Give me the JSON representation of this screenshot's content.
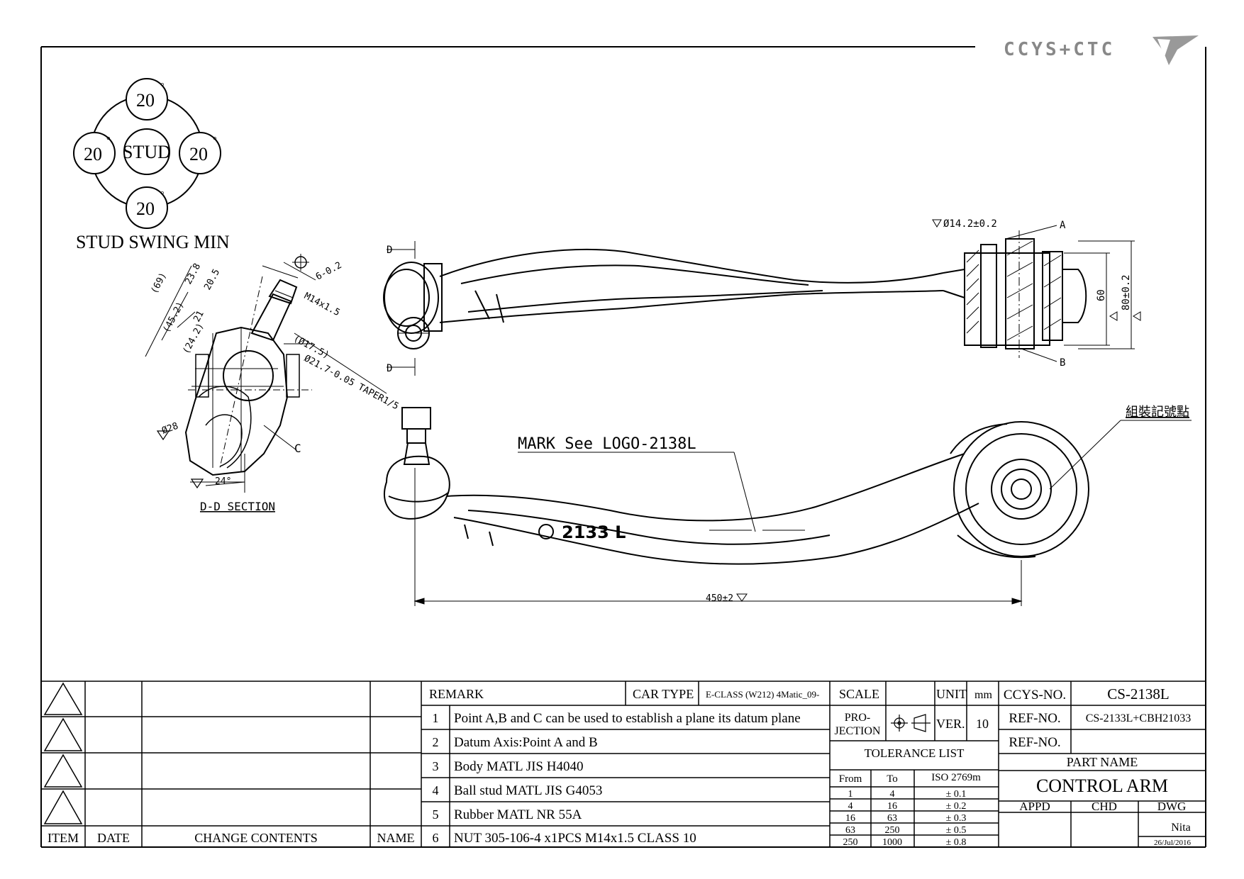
{
  "brand": {
    "text": "CCYS+CTC"
  },
  "stud_swing": {
    "title": "STUD SWING MIN",
    "center": "STUD",
    "top": "20",
    "left": "20",
    "right": "20",
    "bottom": "20",
    "degree_mark": "°"
  },
  "section_dd": {
    "title": "D-D SECTION",
    "dims": {
      "d69": "(69)",
      "d38": "23.8",
      "d205": "20.5",
      "d452": "(45.2)",
      "d21": "21",
      "d242": "(24.2)",
      "thread": "M14x1.5",
      "d175": "(Ø17.5)",
      "taper": "Ø21.7-0.05 TAPER1/5",
      "d28": "Ø28",
      "angle": "24°",
      "hex": "6-0.2",
      "c_label": "C"
    }
  },
  "top_view": {
    "d_top": "D",
    "d_bottom": "D",
    "bore": "Ø14.2±0.2",
    "point_a": "A",
    "point_b": "B",
    "dim_60": "60",
    "dim_80": "80±0.2"
  },
  "front_view": {
    "mark": "MARK See LOGO-2138L",
    "logo_text": "2133 L",
    "assembly_mark": "組裝記號點",
    "length": "450±2"
  },
  "title_block": {
    "revision": {
      "headers": [
        "ITEM",
        "DATE",
        "CHANGE CONTENTS",
        "NAME"
      ]
    },
    "remark_label": "REMARK",
    "car_type_label": "CAR TYPE",
    "car_type": "E-CLASS (W212) 4Matic_09-",
    "remarks": [
      {
        "no": "1",
        "text": "Point A,B and C can be used to establish a plane its datum plane"
      },
      {
        "no": "2",
        "text": "Datum Axis:Point A and B"
      },
      {
        "no": "3",
        "text": "Body MATL JIS H4040"
      },
      {
        "no": "4",
        "text": "Ball stud MATL JIS G4053"
      },
      {
        "no": "5",
        "text": "Rubber MATL NR 55A"
      },
      {
        "no": "6",
        "text": "NUT 305-106-4 x1PCS M14x1.5 CLASS 10"
      }
    ],
    "scale_label": "SCALE",
    "unit_label": "UNIT",
    "unit": "mm",
    "projection_label_1": "PRO-",
    "projection_label_2": "JECTION",
    "ver_label": "VER.",
    "ver": "10",
    "tolerance_title": "TOLERANCE LIST",
    "tolerance_headers": [
      "From",
      "To",
      "ISO 2769m"
    ],
    "tolerance_rows": [
      [
        "1",
        "4",
        "± 0.1"
      ],
      [
        "4",
        "16",
        "± 0.2"
      ],
      [
        "16",
        "63",
        "± 0.3"
      ],
      [
        "63",
        "250",
        "± 0.5"
      ],
      [
        "250",
        "1000",
        "± 0.8"
      ]
    ],
    "ccys_no_label": "CCYS-NO.",
    "ccys_no": "CS-2138L",
    "ref_no_label": "REF-NO.",
    "ref_no_1": "CS-2133L+CBH21033",
    "ref_no_label_2": "REF-NO.",
    "part_name_label": "PART NAME",
    "part_name": "CONTROL ARM",
    "appd_label": "APPD",
    "chd_label": "CHD",
    "dwg_label": "DWG",
    "dwg_name": "Nita",
    "dwg_date": "26/Jul/2016"
  }
}
